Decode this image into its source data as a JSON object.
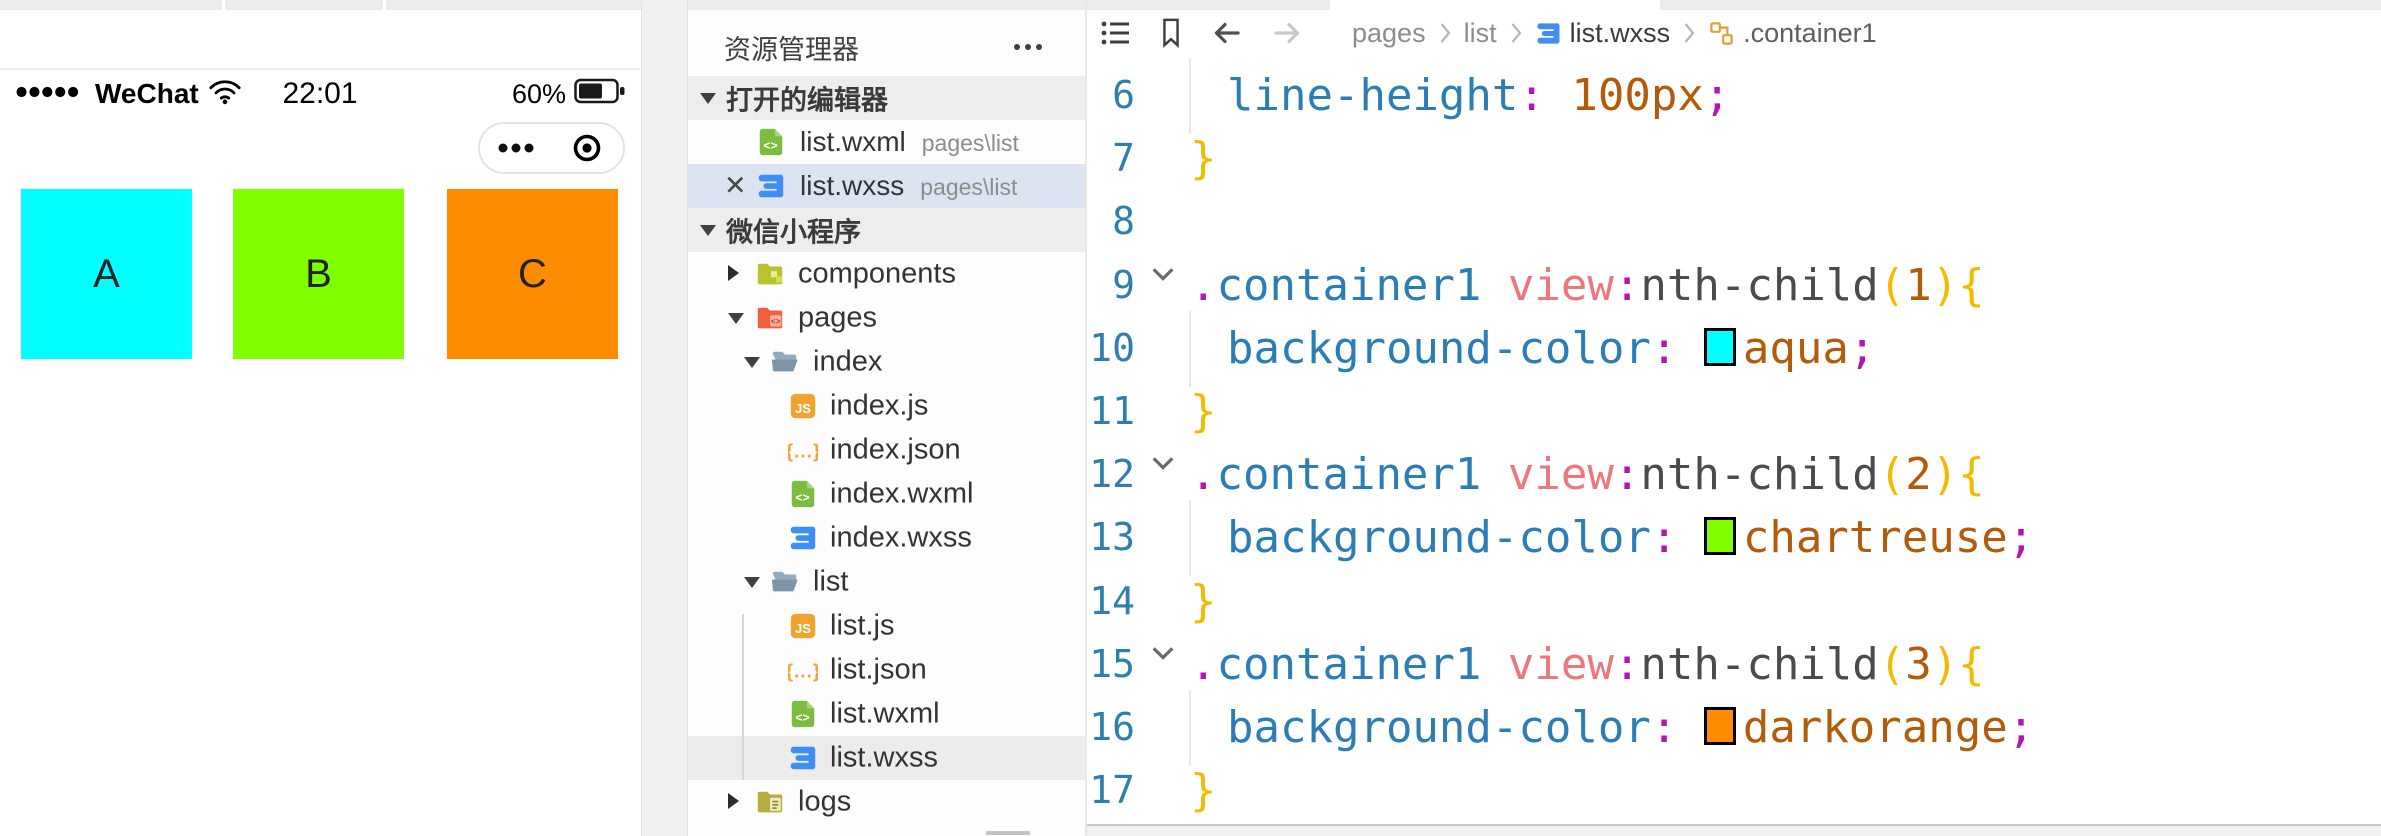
{
  "simulator": {
    "status_bar": {
      "signal_icon": "signal-dots",
      "carrier": "WeChat",
      "wifi_icon": "wifi",
      "time": "22:01",
      "battery_percent": "60%",
      "battery_icon": "battery"
    },
    "capsule": {
      "more_icon": "ellipsis",
      "record_icon": "record-target"
    },
    "squares": [
      {
        "label": "A",
        "color": "#00ffff"
      },
      {
        "label": "B",
        "color": "#7fff00"
      },
      {
        "label": "C",
        "color": "#ff8c00"
      }
    ]
  },
  "explorer": {
    "title": "资源管理器",
    "more_icon": "more-dots",
    "open_editors_header": "打开的编辑器",
    "open_editors": [
      {
        "icon": "wxml",
        "name": "list.wxml",
        "path": "pages\\list",
        "selected": false,
        "closable": false
      },
      {
        "icon": "wxss",
        "name": "list.wxss",
        "path": "pages\\list",
        "selected": true,
        "closable": true
      }
    ],
    "project_header": "微信小程序",
    "tree": [
      {
        "label": "components",
        "icon": "folder-components",
        "arrow": "collapsed",
        "level": 1
      },
      {
        "label": "pages",
        "icon": "folder-pages",
        "arrow": "expanded",
        "level": 1
      },
      {
        "label": "index",
        "icon": "folder-open",
        "arrow": "expanded",
        "level": 2
      },
      {
        "label": "index.js",
        "icon": "js",
        "level": 3
      },
      {
        "label": "index.json",
        "icon": "json",
        "level": 3
      },
      {
        "label": "index.wxml",
        "icon": "wxml",
        "level": 3
      },
      {
        "label": "index.wxss",
        "icon": "wxss",
        "level": 3
      },
      {
        "label": "list",
        "icon": "folder-open",
        "arrow": "expanded",
        "level": 2
      },
      {
        "label": "list.js",
        "icon": "js",
        "level": 3
      },
      {
        "label": "list.json",
        "icon": "json",
        "level": 3
      },
      {
        "label": "list.wxml",
        "icon": "wxml",
        "level": 3
      },
      {
        "label": "list.wxss",
        "icon": "wxss",
        "level": 3,
        "active": true
      },
      {
        "label": "logs",
        "icon": "folder-logs",
        "arrow": "collapsed",
        "level": 1
      }
    ]
  },
  "editor": {
    "toolbar_icons": [
      "outline",
      "bookmark",
      "back",
      "forward"
    ],
    "breadcrumb": [
      {
        "label": "pages"
      },
      {
        "label": "list"
      },
      {
        "label": "list.wxss",
        "icon": "wxss",
        "strong": true
      },
      {
        "label": ".container1",
        "icon": "selector",
        "last": true
      }
    ],
    "code_lines": [
      {
        "n": 6,
        "indent": true,
        "guide": true,
        "tokens": [
          {
            "t": "line-height",
            "c": "prop"
          },
          {
            "t": ":",
            "c": "punct"
          },
          {
            "t": " "
          },
          {
            "t": "100px",
            "c": "num"
          },
          {
            "t": ";",
            "c": "punct"
          }
        ]
      },
      {
        "n": 7,
        "tokens": [
          {
            "t": "}",
            "c": "brace"
          }
        ]
      },
      {
        "n": 8,
        "tokens": []
      },
      {
        "n": 9,
        "chevron": true,
        "tokens": [
          {
            "t": ".",
            "c": "punct"
          },
          {
            "t": "container1",
            "c": "prop"
          },
          {
            "t": " "
          },
          {
            "t": "view",
            "c": "tag"
          },
          {
            "t": ":",
            "c": "punct"
          },
          {
            "t": "nth-child",
            "c": "fn"
          },
          {
            "t": "(",
            "c": "brace"
          },
          {
            "t": "1",
            "c": "num"
          },
          {
            "t": ")",
            "c": "brace"
          },
          {
            "t": "{",
            "c": "brace"
          }
        ]
      },
      {
        "n": 10,
        "indent": true,
        "guide": true,
        "tokens": [
          {
            "t": "background-color",
            "c": "prop"
          },
          {
            "t": ":",
            "c": "punct"
          },
          {
            "t": " "
          },
          {
            "swatch": "#00ffff"
          },
          {
            "t": "aqua",
            "c": "num"
          },
          {
            "t": ";",
            "c": "punct"
          }
        ]
      },
      {
        "n": 11,
        "tokens": [
          {
            "t": "}",
            "c": "brace"
          }
        ]
      },
      {
        "n": 12,
        "chevron": true,
        "tokens": [
          {
            "t": ".",
            "c": "punct"
          },
          {
            "t": "container1",
            "c": "prop"
          },
          {
            "t": " "
          },
          {
            "t": "view",
            "c": "tag"
          },
          {
            "t": ":",
            "c": "punct"
          },
          {
            "t": "nth-child",
            "c": "fn"
          },
          {
            "t": "(",
            "c": "brace"
          },
          {
            "t": "2",
            "c": "num"
          },
          {
            "t": ")",
            "c": "brace"
          },
          {
            "t": "{",
            "c": "brace"
          }
        ]
      },
      {
        "n": 13,
        "indent": true,
        "guide": true,
        "tokens": [
          {
            "t": "background-color",
            "c": "prop"
          },
          {
            "t": ":",
            "c": "punct"
          },
          {
            "t": " "
          },
          {
            "swatch": "#7fff00"
          },
          {
            "t": "chartreuse",
            "c": "num"
          },
          {
            "t": ";",
            "c": "punct"
          }
        ]
      },
      {
        "n": 14,
        "tokens": [
          {
            "t": "}",
            "c": "brace"
          }
        ]
      },
      {
        "n": 15,
        "chevron": true,
        "tokens": [
          {
            "t": ".",
            "c": "punct"
          },
          {
            "t": "container1",
            "c": "prop"
          },
          {
            "t": " "
          },
          {
            "t": "view",
            "c": "tag"
          },
          {
            "t": ":",
            "c": "punct"
          },
          {
            "t": "nth-child",
            "c": "fn"
          },
          {
            "t": "(",
            "c": "brace"
          },
          {
            "t": "3",
            "c": "num"
          },
          {
            "t": ")",
            "c": "brace"
          },
          {
            "t": "{",
            "c": "brace"
          }
        ]
      },
      {
        "n": 16,
        "indent": true,
        "guide": true,
        "tokens": [
          {
            "t": "background-color",
            "c": "prop"
          },
          {
            "t": ":",
            "c": "punct"
          },
          {
            "t": " "
          },
          {
            "swatch": "#ff8c00"
          },
          {
            "t": "darkorange",
            "c": "num"
          },
          {
            "t": ";",
            "c": "punct"
          }
        ]
      },
      {
        "n": 17,
        "tokens": [
          {
            "t": "}",
            "c": "brace"
          }
        ]
      }
    ]
  },
  "colors": {
    "code": {
      "prop": "#2a7db5",
      "tag": "#ee767e",
      "punct": "#b116b1",
      "num": "#b35b09",
      "brace": "#f3bb00",
      "fn": "#4b4b4b",
      "plain": "#333333",
      "line_number": "#2f7fad"
    },
    "selected_row_bg": "#dce4f2",
    "active_row_bg": "#ececec",
    "accent_blue": "#3f8ef3"
  }
}
